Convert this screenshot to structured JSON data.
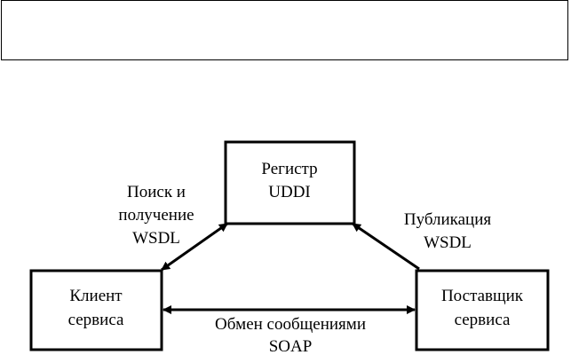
{
  "nodes": {
    "registry": {
      "line1": "Регистр",
      "line2": "UDDI"
    },
    "client": {
      "line1": "Клиент",
      "line2": "сервиса"
    },
    "provider": {
      "line1": "Поставщик",
      "line2": "сервиса"
    }
  },
  "edges": {
    "find": {
      "line1": "Поиск и",
      "line2": "получение",
      "line3": "WSDL"
    },
    "publish": {
      "line1": "Публикация",
      "line2": "WSDL"
    },
    "exchange": {
      "line1": "Обмен сообщениями",
      "line2": "SOAP"
    }
  }
}
